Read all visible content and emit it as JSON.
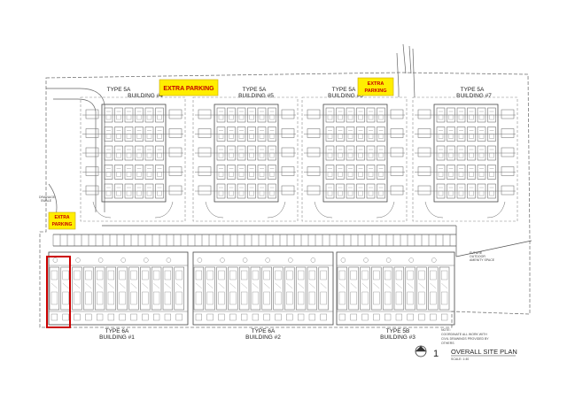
{
  "colors": {
    "line": "#555555",
    "dash": "#777777",
    "highlight_fill": "#ffee00",
    "highlight_text": "#c40000",
    "outline_red": "#cc0000"
  },
  "top_buildings": [
    {
      "type": "TYPE 5A",
      "name": "BUILDING #4"
    },
    {
      "type": "TYPE 5A",
      "name": "BUILDING #5"
    },
    {
      "type": "TYPE 5A",
      "name": "BUILDING #6"
    },
    {
      "type": "TYPE 5A",
      "name": "BUILDING #7"
    }
  ],
  "bottom_buildings": [
    {
      "type": "TYPE 6A",
      "name": "BUILDING #1"
    },
    {
      "type": "TYPE 6A",
      "name": "BUILDING #2"
    },
    {
      "type": "TYPE 5B",
      "name": "BUILDING #3"
    }
  ],
  "parking_labels": {
    "main": "EXTRA PARKING",
    "right_line1": "EXTRA",
    "right_line2": "PARKING",
    "left_line1": "EXTRA",
    "left_line2": "PARKING"
  },
  "notes": {
    "left_small_1": "DRAINAGE",
    "left_small_2": "SWALE",
    "right_small_1": "FUTURE",
    "right_small_2": "OUTDOOR",
    "right_small_3": "AMENITY SPACE",
    "bottom_note_1": "NOTE:",
    "bottom_note_2": "COORDINATE ALL WORK WITH",
    "bottom_note_3": "CIVIL DRAWINGS PROVIDED BY",
    "bottom_note_4": "OTHERS"
  },
  "title_block": {
    "number": "1",
    "title": "OVERALL SITE PLAN",
    "scale": "SCALE: 1:40"
  }
}
